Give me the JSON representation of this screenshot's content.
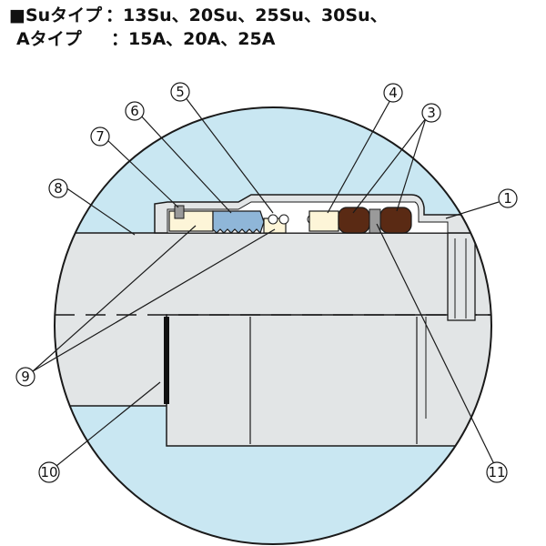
{
  "header": {
    "line1_key": "■Suタイプ",
    "line1_value": "：13Su、20Su、25Su、30Su、",
    "line2_key": "Aタイプ",
    "line2_value": "：15A、20A、25A"
  },
  "callouts": {
    "c1": "1",
    "c3": "3",
    "c4": "4",
    "c5": "5",
    "c6": "6",
    "c7": "7",
    "c8": "8",
    "c9": "9",
    "c10": "10",
    "c11": "11"
  },
  "colors": {
    "background_fill": "#c9e7f2",
    "pipe_fill": "#e2e5e6",
    "seal_dark": "#5a2a14",
    "spacer_fill": "#fdf5d8",
    "grip_blue": "#8fb6d8",
    "outline": "#1a1a1a"
  }
}
